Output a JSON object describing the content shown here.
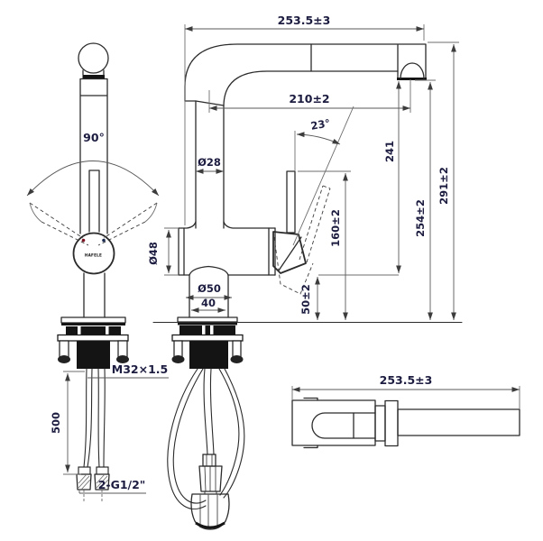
{
  "drawing": {
    "brand_logo": "HAFELE",
    "colors": {
      "object_line": "#2b2b2b",
      "dimension_text": "#1c1c40",
      "hot_dot": "#7a1020",
      "cold_dot": "#1a2a50"
    },
    "dimensions": {
      "overall_width_top": "253.5±3",
      "spout_reach": "210±2",
      "lever_angle": "23°",
      "swivel_angle": "90°",
      "spout_tube_diameter": "Ø28",
      "body_diameter": "Ø48",
      "base_diameter": "Ø50",
      "base_neck_width": "40",
      "height_to_outlet_ref": "241",
      "height_to_outlet": "254±2",
      "overall_height": "291±2",
      "lever_top_height": "160±2",
      "lever_bottom_height": "50±2",
      "mounting_thread": "M32×1.5",
      "hose_length": "500",
      "hose_connection": "2-G1/2\"",
      "overall_width_topview": "253.5±3"
    }
  }
}
